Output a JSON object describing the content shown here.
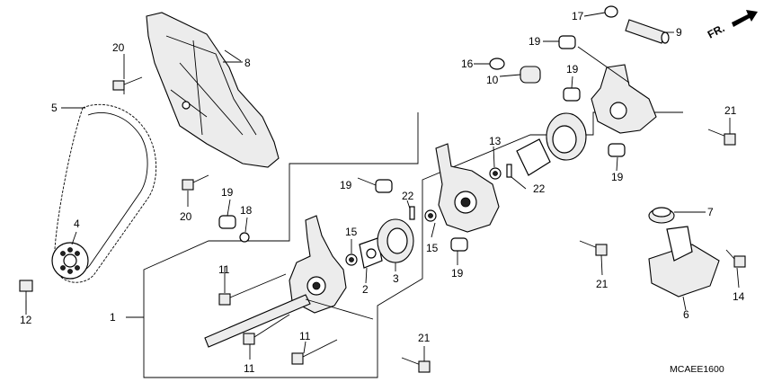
{
  "diagram": {
    "code": "MCAEE1600",
    "direction": "FR.",
    "callouts": [
      "1",
      "2",
      "3",
      "4",
      "5",
      "6",
      "7",
      "8",
      "9",
      "10",
      "11",
      "11",
      "11",
      "12",
      "13",
      "14",
      "15",
      "15",
      "16",
      "17",
      "18",
      "19",
      "19",
      "19",
      "19",
      "19",
      "19",
      "20",
      "20",
      "21",
      "21",
      "21",
      "22",
      "22"
    ]
  },
  "icons": {
    "direction_arrow": "arrow-right-icon"
  }
}
